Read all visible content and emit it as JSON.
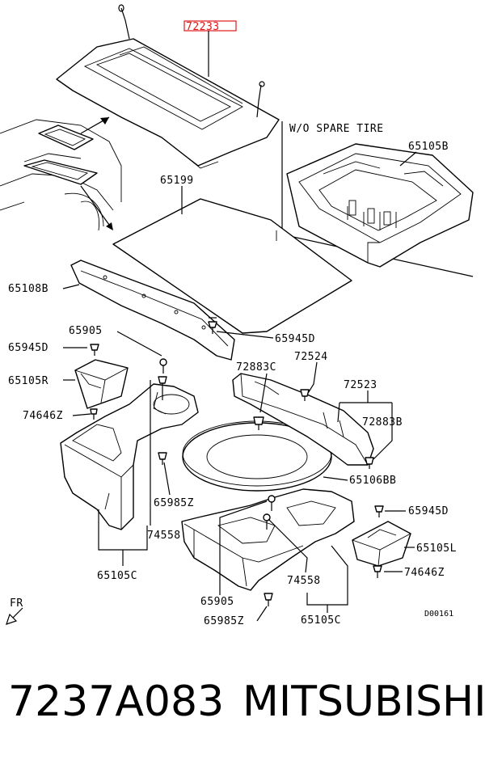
{
  "labels": {
    "tray_cover": "72233",
    "wo_spare_tire": "W/O SPARE TIRE",
    "box_b": "65105B",
    "floor_mat": "65199",
    "trim_b": "65108B",
    "clip_d_top": "65945D",
    "clip_d_left": "65945D",
    "screw_905_top": "65905",
    "box_r": "65105R",
    "clip_z_left": "74646Z",
    "bracket_c": "72883C",
    "bracket_524": "72524",
    "bracket_523": "72523",
    "bracket_b": "72883B",
    "spare_bb": "65106BB",
    "clip_z_mid": "65985Z",
    "clip_d_right": "65945D",
    "hook_558_left": "74558",
    "box_l": "65105L",
    "box_c_left": "65105C",
    "clip_z_right": "74646Z",
    "hook_558_right": "74558",
    "screw_905_bottom": "65905",
    "clip_z_bottom": "65985Z",
    "box_c_right": "65105C",
    "front_arrow": "FR",
    "diagram_code": "D00161"
  },
  "footer": {
    "part_number": "7237A083",
    "brand": "MITSUBISHI"
  },
  "colors": {
    "highlight": "#e01818",
    "line": "#000000"
  }
}
